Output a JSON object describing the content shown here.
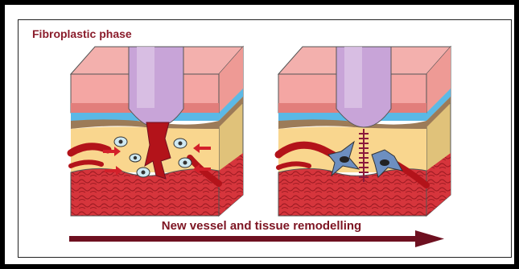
{
  "title": "Fibroplastic phase",
  "caption": "New vessel and tissue remodelling",
  "colors": {
    "title": "#8a1c2b",
    "arrow": "#6e1020",
    "epidermis_top": "#f2a7a7",
    "epidermis_band": "#e07c7c",
    "blue_layer": "#56b8e8",
    "brown_layer": "#a08060",
    "dermis": "#f9d891",
    "muscle": "#d8383f",
    "vessel": "#b3131a",
    "implant": "#c9a6d8",
    "scar": "#8b1a3c"
  },
  "panels": [
    {
      "name": "fibroplastic-early",
      "description_icons": [
        "fibroblast-cells",
        "inward-arrows",
        "blood-clot"
      ]
    },
    {
      "name": "fibroplastic-late",
      "description_icons": [
        "stellate-fibroblasts",
        "collagen-suture"
      ]
    }
  ]
}
